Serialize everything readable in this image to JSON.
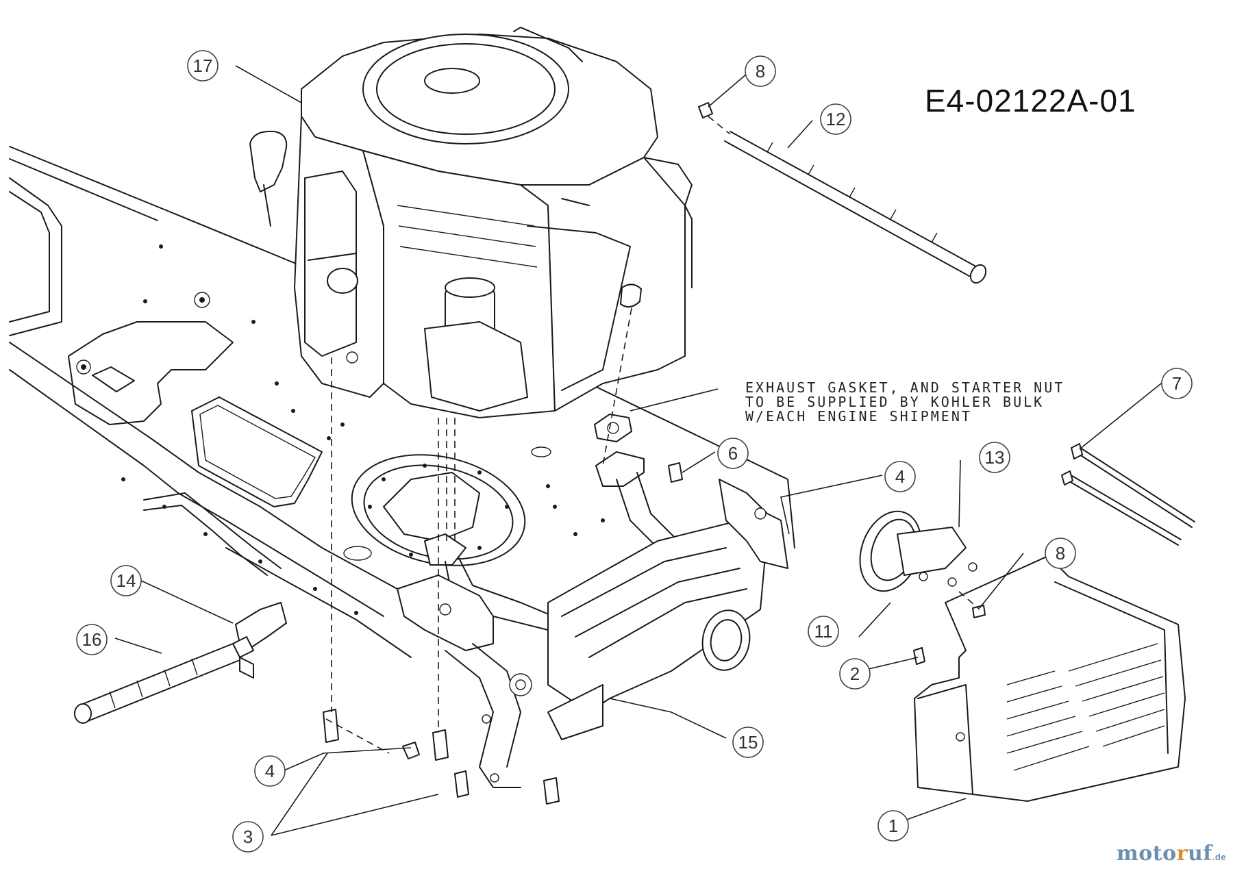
{
  "diagram_code": "E4-02122A-01",
  "note_lines": [
    "EXHAUST GASKET, AND STARTER NUT",
    "TO BE SUPPLIED BY KOHLER BULK",
    "W/EACH ENGINE SHIPMENT"
  ],
  "watermark": {
    "part1": "moto",
    "part2": "r",
    "part3": "uf",
    "tld": ".de"
  },
  "callouts": [
    {
      "id": "c17",
      "label": "17"
    },
    {
      "id": "c8a",
      "label": "8"
    },
    {
      "id": "c12",
      "label": "12"
    },
    {
      "id": "c7",
      "label": "7"
    },
    {
      "id": "c6",
      "label": "6"
    },
    {
      "id": "c4a",
      "label": "4"
    },
    {
      "id": "c13",
      "label": "13"
    },
    {
      "id": "c8b",
      "label": "8"
    },
    {
      "id": "c11",
      "label": "11"
    },
    {
      "id": "c2",
      "label": "2"
    },
    {
      "id": "c14",
      "label": "14"
    },
    {
      "id": "c16",
      "label": "16"
    },
    {
      "id": "c15",
      "label": "15"
    },
    {
      "id": "c4b",
      "label": "4"
    },
    {
      "id": "c3",
      "label": "3"
    },
    {
      "id": "c1",
      "label": "1"
    }
  ]
}
